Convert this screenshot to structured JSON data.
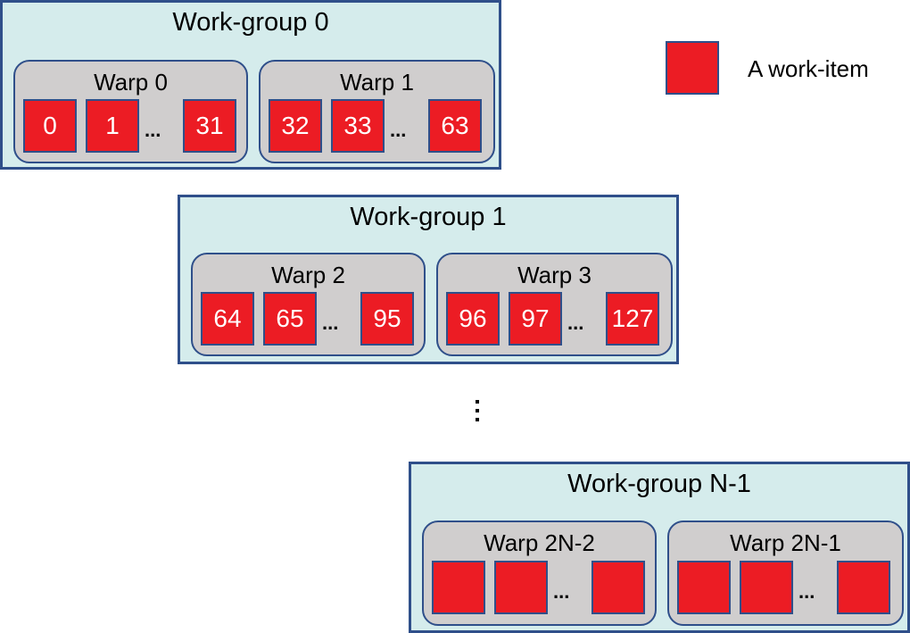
{
  "colors": {
    "workgroup_fill": "#d5ecec",
    "workgroup_border": "#2f4f8a",
    "warp_fill": "#d0cece",
    "warp_border": "#2f4f8a",
    "item_fill": "#ec1c24",
    "item_border": "#2f4f8a"
  },
  "legend": {
    "label": "A work-item",
    "icon": "red-square-icon"
  },
  "workgroups": [
    {
      "title": "Work-group 0",
      "warps": [
        {
          "title": "Warp 0",
          "items": [
            "0",
            "1",
            "31"
          ],
          "ellipsis": "..."
        },
        {
          "title": "Warp 1",
          "items": [
            "32",
            "33",
            "63"
          ],
          "ellipsis": "..."
        }
      ]
    },
    {
      "title": "Work-group 1",
      "warps": [
        {
          "title": "Warp 2",
          "items": [
            "64",
            "65",
            "95"
          ],
          "ellipsis": "..."
        },
        {
          "title": "Warp 3",
          "items": [
            "96",
            "97",
            "127"
          ],
          "ellipsis": "..."
        }
      ]
    },
    {
      "title": "Work-group N-1",
      "warps": [
        {
          "title": "Warp 2N-2",
          "items": [
            "",
            "",
            ""
          ],
          "ellipsis": "..."
        },
        {
          "title": "Warp 2N-1",
          "items": [
            "",
            "",
            ""
          ],
          "ellipsis": "..."
        }
      ]
    }
  ]
}
